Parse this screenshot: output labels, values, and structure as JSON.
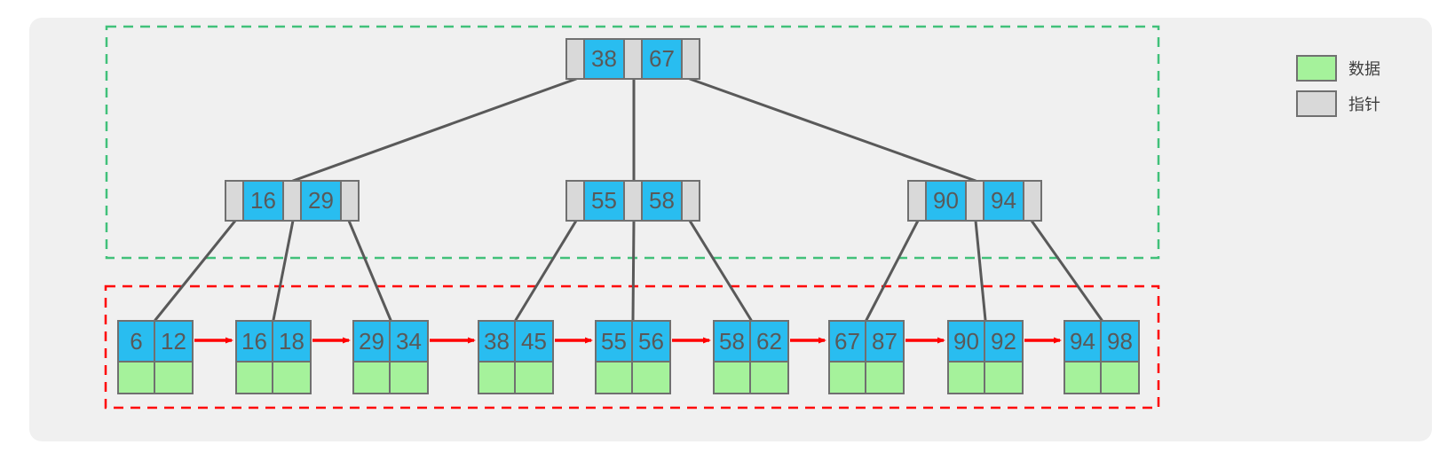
{
  "diagram": {
    "type": "b-plus-tree",
    "tree": {
      "root": {
        "keys": [
          "38",
          "67"
        ]
      },
      "internal": [
        {
          "keys": [
            "16",
            "29"
          ]
        },
        {
          "keys": [
            "55",
            "58"
          ]
        },
        {
          "keys": [
            "90",
            "94"
          ]
        }
      ],
      "leaves": [
        {
          "keys": [
            "6",
            "12"
          ]
        },
        {
          "keys": [
            "16",
            "18"
          ]
        },
        {
          "keys": [
            "29",
            "34"
          ]
        },
        {
          "keys": [
            "38",
            "45"
          ]
        },
        {
          "keys": [
            "55",
            "56"
          ]
        },
        {
          "keys": [
            "58",
            "62"
          ]
        },
        {
          "keys": [
            "67",
            "87"
          ]
        },
        {
          "keys": [
            "90",
            "92"
          ]
        },
        {
          "keys": [
            "94",
            "98"
          ]
        }
      ]
    },
    "regions": {
      "index_region_border_color": "#41c17a",
      "data_region_border_color": "#ff0000"
    },
    "colors": {
      "key_cell": "#29bdf0",
      "data_cell": "#a5f29b",
      "pointer_cell": "#d9d9d9",
      "cell_border": "#707070",
      "tree_edge": "#595959",
      "leaf_link_arrow": "#ff0000",
      "panel_background": "#f0f0f0",
      "key_text": "#595959"
    }
  },
  "legend": {
    "items": [
      {
        "label": "数据",
        "swatch": "data-cell-green"
      },
      {
        "label": "指针",
        "swatch": "pointer-cell-gray"
      }
    ]
  }
}
